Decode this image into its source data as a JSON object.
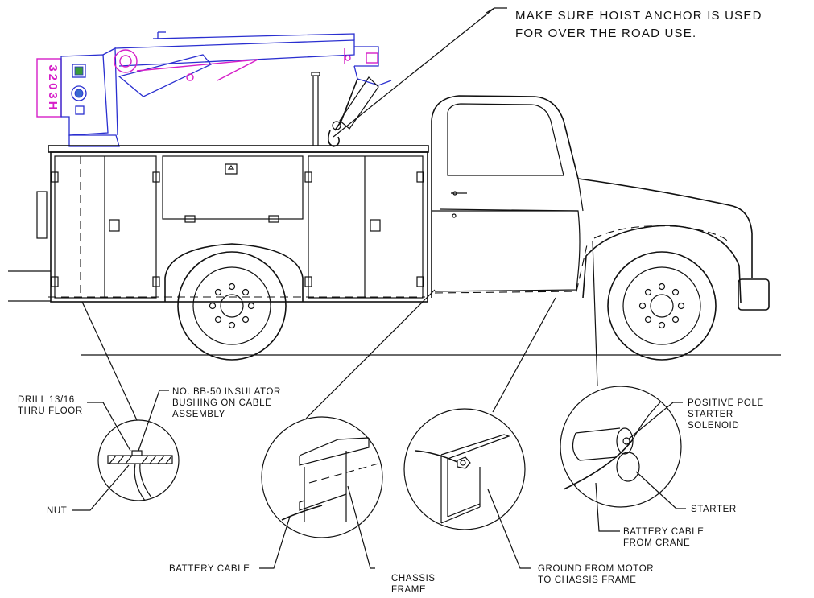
{
  "top_note": {
    "line1": "MAKE SURE HOIST ANCHOR IS USED",
    "line2": "FOR OVER THE ROAD USE."
  },
  "crane_model": "3203H",
  "callouts": {
    "drill": {
      "line1": "DRILL 13/16",
      "line2": "THRU FLOOR"
    },
    "insulator": {
      "line1": "NO. BB-50 INSULATOR",
      "line2": "BUSHING ON CABLE",
      "line3": "ASSEMBLY"
    },
    "nut": "NUT",
    "battery_cable": "BATTERY CABLE",
    "chassis_frame": {
      "line1": "CHASSIS",
      "line2": "FRAME"
    },
    "ground": {
      "line1": "GROUND FROM MOTOR",
      "line2": "TO CHASSIS FRAME"
    },
    "positive_pole": {
      "line1": "POSITIVE POLE",
      "line2": "STARTER",
      "line3": "SOLENOID"
    },
    "starter": "STARTER",
    "battery_cable_crane": {
      "line1": "BATTERY CABLE",
      "line2": "FROM CRANE"
    }
  },
  "colors": {
    "line": "#111111",
    "crane_body": "#2a2fd0",
    "crane_accent": "#d61ec8",
    "model_text": "#d61ec8"
  }
}
